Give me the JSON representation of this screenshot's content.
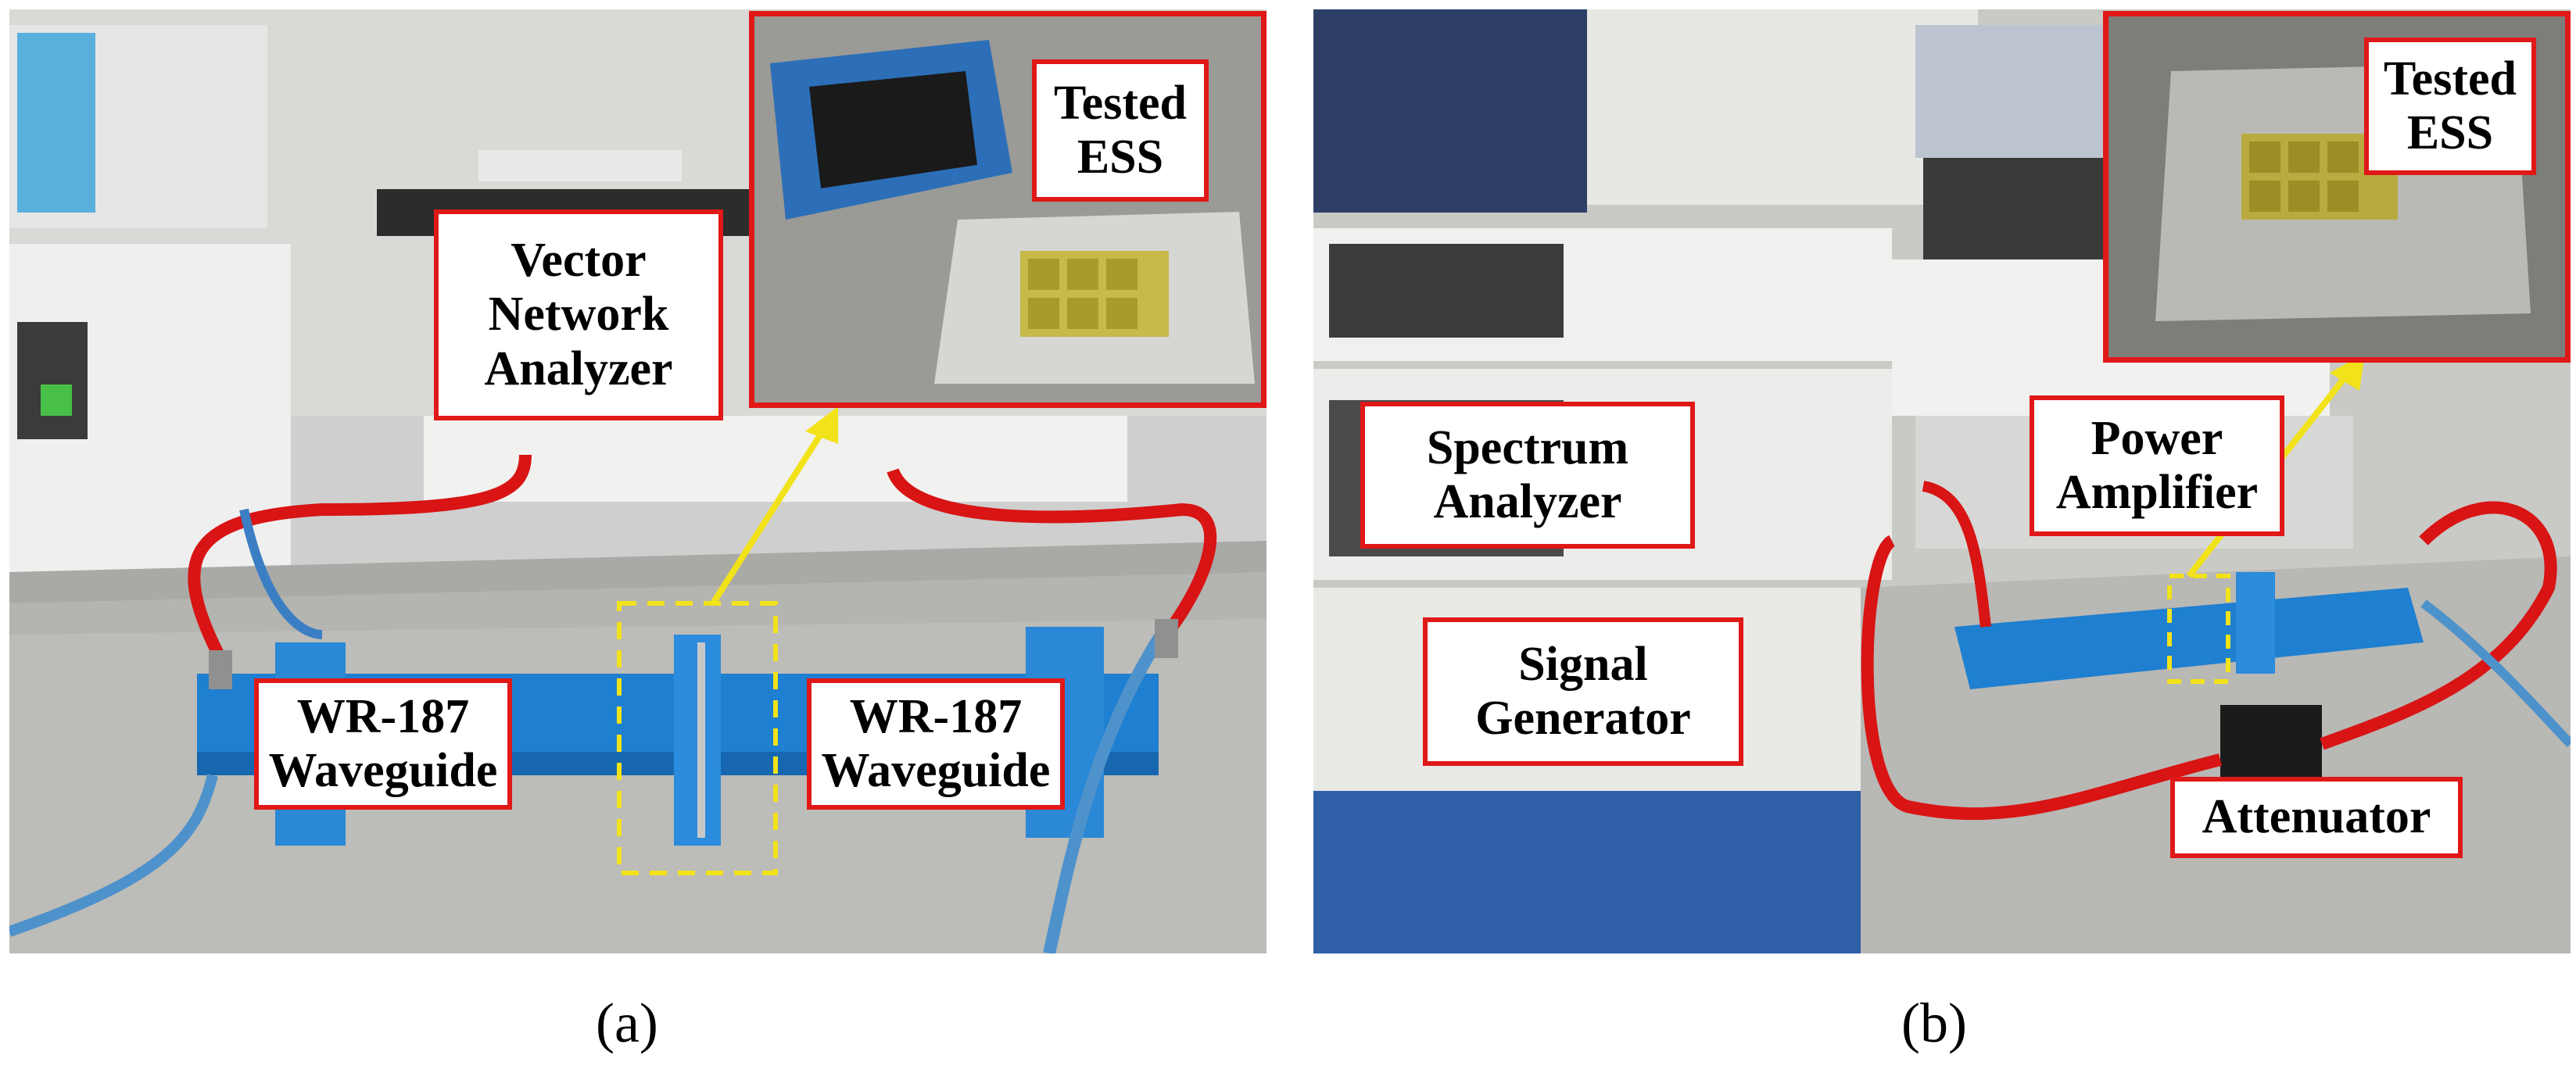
{
  "panel_a": {
    "caption": "(a)",
    "labels": {
      "vna": "Vector\nNetwork\nAnalyzer",
      "ess": "Tested\nESS",
      "waveguide_left": "WR-187\nWaveguide",
      "waveguide_right": "WR-187\nWaveguide"
    }
  },
  "panel_b": {
    "caption": "(b)",
    "labels": {
      "spectrum": "Spectrum\nAnalyzer",
      "generator": "Signal\nGenerator",
      "amplifier": "Power\nAmplifier",
      "ess": "Tested\nESS",
      "attenuator": "Attenuator"
    }
  },
  "colors": {
    "callout_border": "#e01818",
    "cable_red": "#d81414",
    "waveguide_blue": "#1f7fd0",
    "highlight_box": "#f2e21a",
    "arrow": "#f2e21a"
  }
}
